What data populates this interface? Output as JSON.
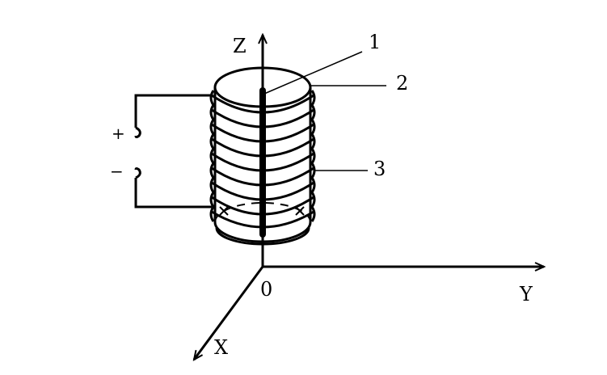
{
  "axes": {
    "z_label": "Z",
    "y_label": "Y",
    "x_label": "X",
    "origin_label": "0"
  },
  "callouts": {
    "one": "1",
    "two": "2",
    "three": "3"
  },
  "terminals": {
    "plus": "+",
    "minus": "−"
  },
  "colors": {
    "ink": "#000000",
    "background": "#ffffff"
  }
}
